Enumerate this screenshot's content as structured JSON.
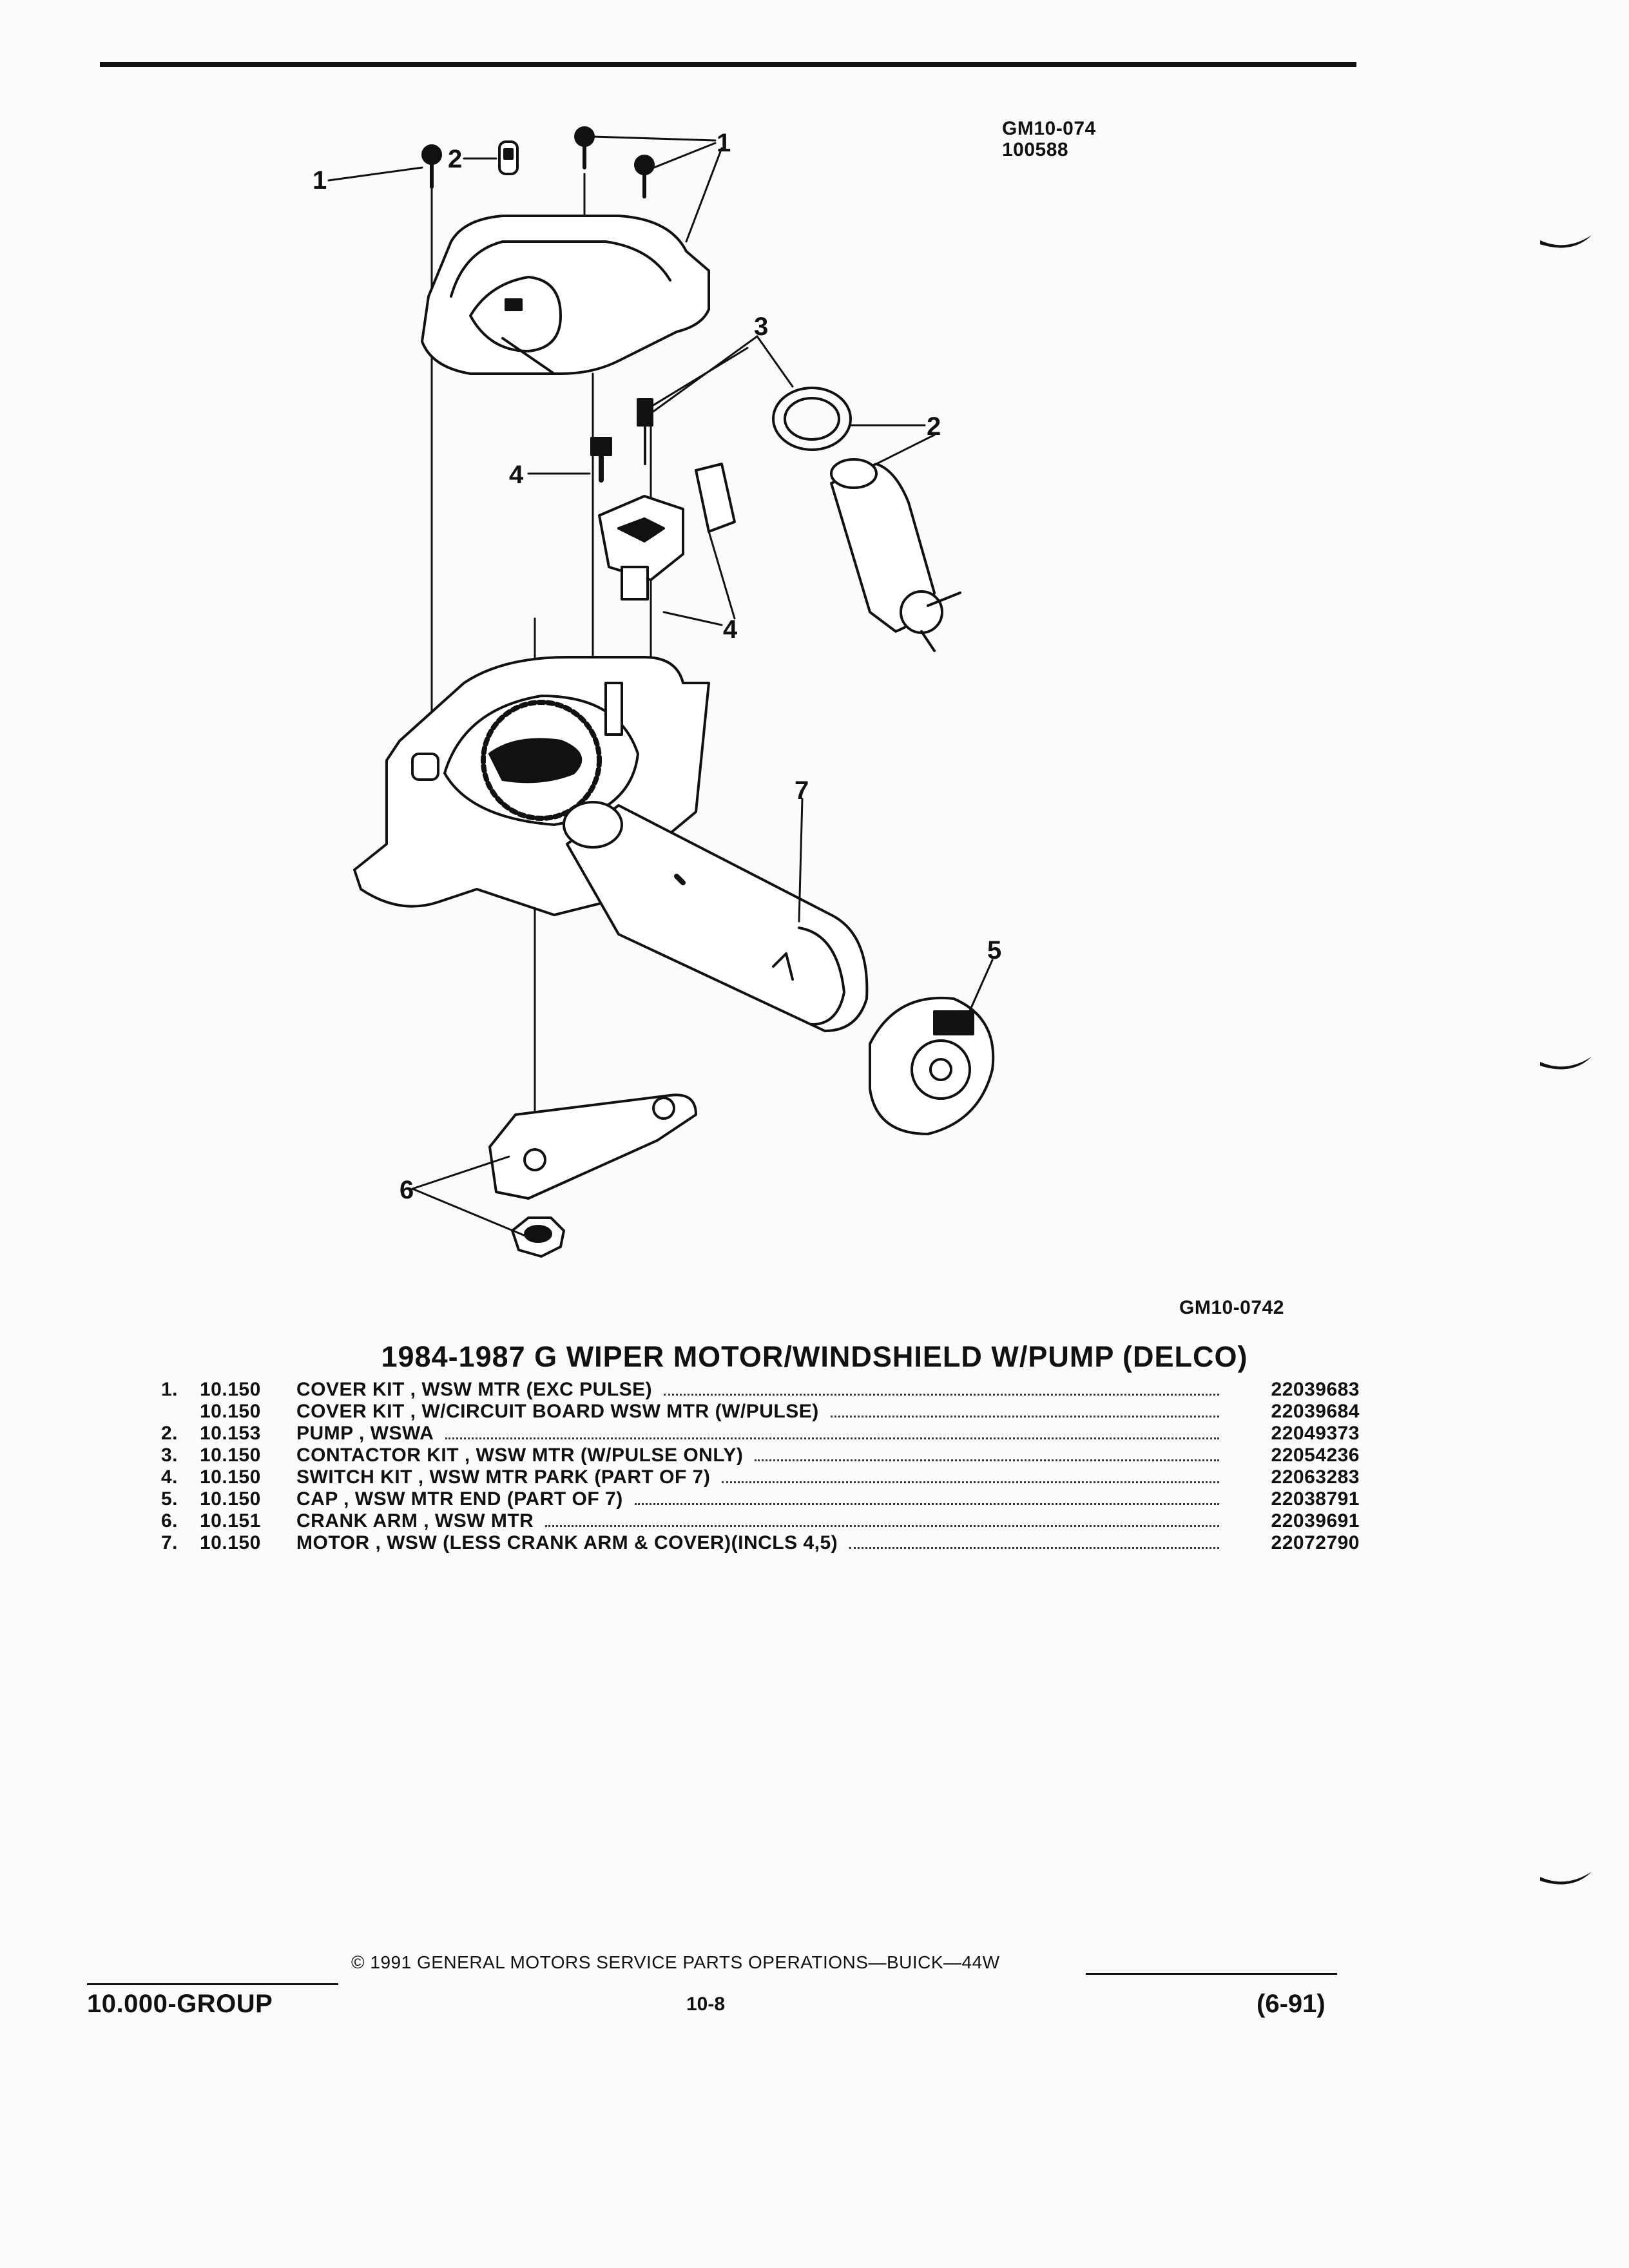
{
  "figure": {
    "top_id": "GM10-074",
    "top_date": "100588",
    "bottom_id": "GM10-0742",
    "callouts": [
      "1",
      "2",
      "1",
      "1",
      "3",
      "2",
      "4",
      "4",
      "7",
      "5",
      "6"
    ]
  },
  "title": "1984-1987 G WIPER MOTOR/WINDSHIELD W/PUMP (DELCO)",
  "parts": [
    {
      "num": "1.",
      "group": "10.150",
      "desc": "COVER KIT , WSW MTR (EXC PULSE)",
      "part": "22039683"
    },
    {
      "num": "",
      "group": "10.150",
      "desc": "COVER KIT , W/CIRCUIT BOARD WSW MTR (W/PULSE)",
      "part": "22039684"
    },
    {
      "num": "2.",
      "group": "10.153",
      "desc": "PUMP , WSWA",
      "part": "22049373"
    },
    {
      "num": "3.",
      "group": "10.150",
      "desc": "CONTACTOR KIT , WSW MTR (W/PULSE ONLY)",
      "part": "22054236"
    },
    {
      "num": "4.",
      "group": "10.150",
      "desc": "SWITCH KIT , WSW MTR PARK (PART OF 7)",
      "part": "22063283"
    },
    {
      "num": "5.",
      "group": "10.150",
      "desc": "CAP , WSW MTR END (PART OF 7)",
      "part": "22038791"
    },
    {
      "num": "6.",
      "group": "10.151",
      "desc": "CRANK ARM , WSW MTR",
      "part": "22039691"
    },
    {
      "num": "7.",
      "group": "10.150",
      "desc": "MOTOR , WSW (LESS CRANK ARM & COVER)(INCLS 4,5)",
      "part": "22072790"
    }
  ],
  "footer": {
    "copyright": "© 1991 GENERAL MOTORS SERVICE PARTS OPERATIONS—BUICK—44W",
    "group": "10.000-GROUP",
    "page": "10-8",
    "revision": "(6-91)"
  }
}
